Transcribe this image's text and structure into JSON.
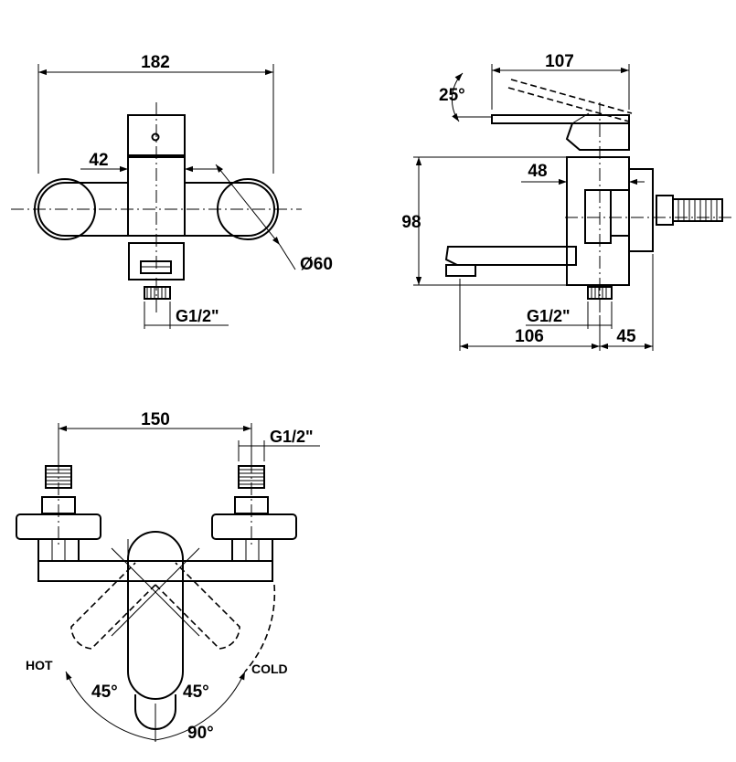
{
  "front_view": {
    "width": "182",
    "body_width": "42",
    "rosette_diameter": "Ø60",
    "thread": "G1/2\""
  },
  "side_view": {
    "lever_angle": "25°",
    "top_length": "107",
    "depth": "48",
    "height": "98",
    "thread": "G1/2\"",
    "spout_length": "106",
    "wall_offset": "45"
  },
  "top_view": {
    "centers": "150",
    "thread": "G1/2\"",
    "hot_label": "HOT",
    "cold_label": "COLD",
    "hot_angle": "45°",
    "cold_angle": "45°",
    "total_angle": "90°"
  },
  "colors": {
    "line": "#000000",
    "background": "#ffffff"
  }
}
